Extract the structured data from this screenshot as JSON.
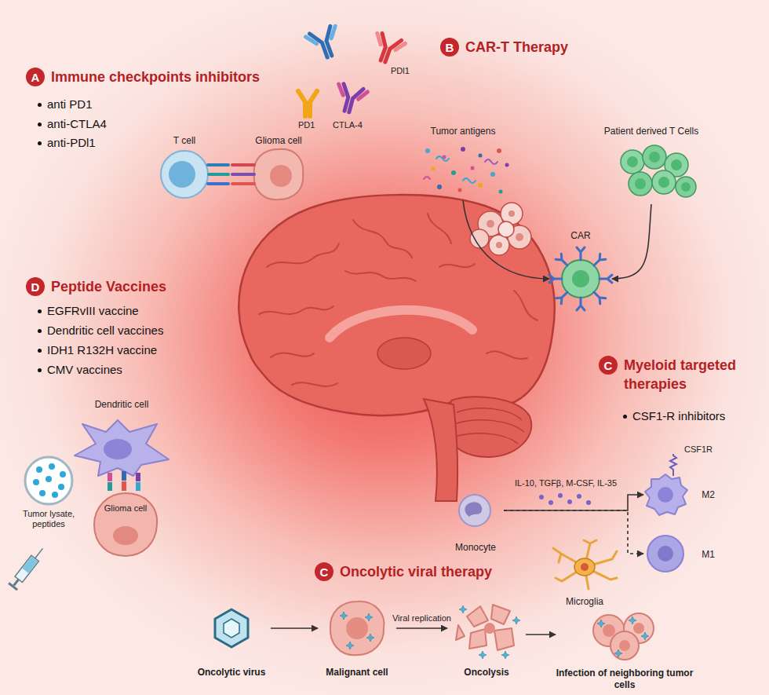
{
  "diagram": {
    "nodes": [
      {
        "text": [
          "A"
        ]
      },
      {
        "text": [
          "T cell"
        ]
      },
      {
        "text": [
          "Glioma cell"
        ]
      },
      {
        "text": [
          "B"
        ]
      },
      {
        "text": [
          "Tumor antigens"
        ]
      },
      {
        "text": [
          "Patient derived T Cells"
        ]
      },
      {
        "text": [
          "CAR"
        ]
      },
      {
        "text": [
          "D"
        ]
      },
      {
        "text": [
          "Dendritic cell"
        ]
      },
      {
        "text": [
          "Glioma cell"
        ]
      },
      {
        "text": [
          "C"
        ]
      },
      {
        "text": [
          "Monocyte"
        ]
      },
      {
        "text": [
          "M2"
        ]
      },
      {
        "text": [
          "M1"
        ]
      },
      {
        "text": [
          "Microglia"
        ]
      },
      {
        "text": [
          "C"
        ]
      },
      {
        "text": [
          "Oncolytic virus"
        ]
      },
      {
        "text": [
          "Malignant cell"
        ]
      },
      {
        "text": [
          "Oncolysis"
        ]
      },
      {
        "text": [
          "Infection of neighboring tumor cells"
        ]
      }
    ],
    "edges": [
      {
        "from": 4,
        "to": 6,
        "arrow": "to"
      },
      {
        "from": 5,
        "to": 6,
        "arrow": "to"
      },
      {
        "from": 11,
        "to": 12,
        "label": "IL-10, TGFβ, M-CSF, IL-35",
        "arrow": "to"
      },
      {
        "from": 11,
        "to": 13,
        "arrow": "to"
      },
      {
        "from": 16,
        "to": 17,
        "arrow": "to"
      },
      {
        "from": 17,
        "to": 18,
        "label": "Viral replication",
        "arrow": "to"
      },
      {
        "from": 18,
        "to": 19,
        "arrow": "to"
      }
    ],
    "labels": [
      "Immune checkpoints inhibitors",
      "anti PD1",
      "anti-CTLA4",
      "anti-PDl1",
      "PD1",
      "CTLA-4",
      "PDl1",
      "CAR-T Therapy",
      "Peptide Vaccines",
      "EGFRvIII vaccine",
      "Dendritic cell vaccines",
      "IDH1 R132H vaccine",
      "CMV vaccines",
      "Tumor lysate, peptides",
      "Myeloid targeted therapies",
      "CSF1-R inhibitors",
      "CSF1R",
      "Oncolytic viral therapy"
    ]
  }
}
